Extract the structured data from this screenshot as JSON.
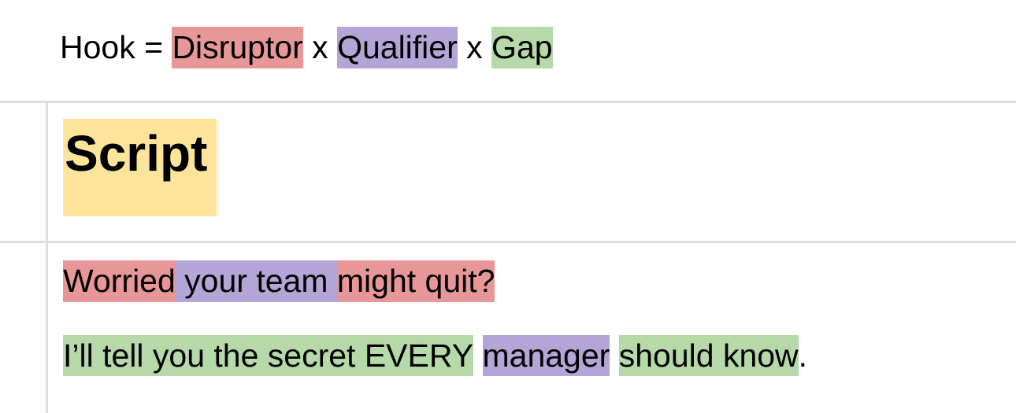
{
  "formula": {
    "lead": "Hook = ",
    "disruptor": "Disruptor",
    "sep1": " x ",
    "qualifier": "Qualifier",
    "sep2": " x ",
    "gap": "Gap"
  },
  "heading": "Script",
  "script": {
    "line1": {
      "disruptor_a": "Worried",
      "qualifier": " your team ",
      "disruptor_b": "might quit?"
    },
    "line2": {
      "gap_a": "I’ll tell you the secret EVERY",
      "space_a": " ",
      "qualifier": "manager",
      "space_b": " ",
      "gap_b": "should know",
      "end": "."
    }
  },
  "colors": {
    "disruptor": "#e79797",
    "qualifier": "#b3a5d5",
    "gap": "#b5d9a8",
    "heading_highlight": "#fde49b",
    "divider": "#dedede"
  }
}
